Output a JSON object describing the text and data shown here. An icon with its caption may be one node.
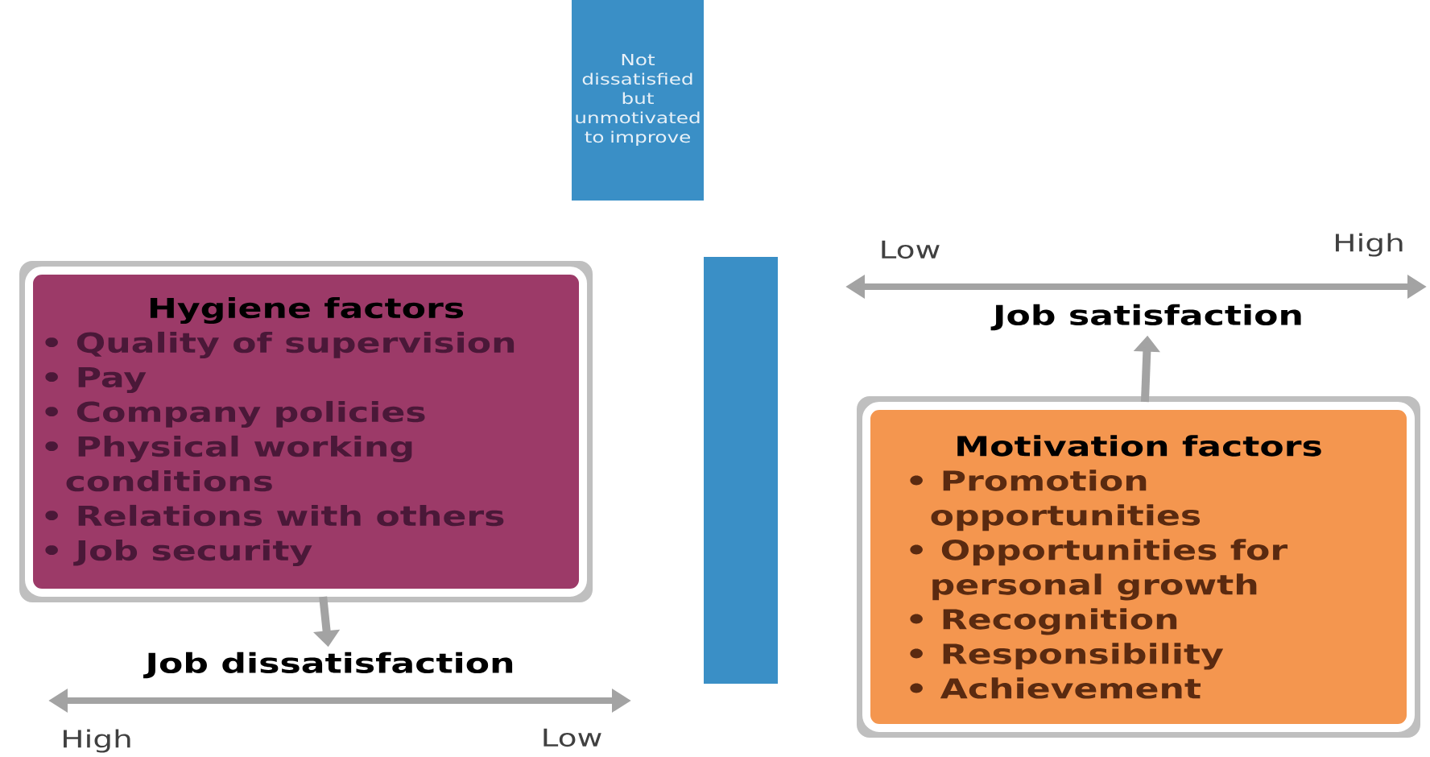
{
  "diagram": {
    "nodes": [
      {
        "text": [
          "Not dissatisfied but unmotivated to improve"
        ]
      },
      {
        "text": [
          "Hygiene factors",
          "• Quality of supervision",
          "• Pay",
          "• Company policies",
          "• Physical working conditions",
          "• Relations with others",
          "• Job security"
        ]
      },
      {
        "text": [
          "Job dissatisfaction"
        ]
      },
      {
        "text": [],
        "shape": "bar"
      },
      {
        "text": [
          "Job satisfaction"
        ]
      },
      {
        "text": [
          "Motivation factors",
          "• Promotion opportunities",
          "• Opportunities for personal growth",
          "• Recognition",
          "• Responsibility",
          "• Achievement"
        ]
      }
    ],
    "edges": [
      {
        "from": 1,
        "to": 2,
        "arrow": "to"
      },
      {
        "from": 5,
        "to": 4,
        "arrow": "to"
      }
    ],
    "labels": [
      "Low",
      "High",
      "High",
      "Low"
    ]
  }
}
